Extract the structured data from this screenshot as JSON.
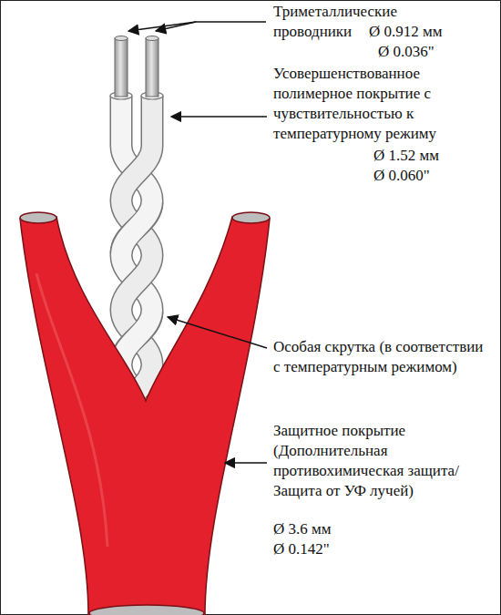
{
  "diagram": {
    "labels": [
      "Триметаллические проводники",
      "Ø 0.912 мм",
      "Ø 0.036\"",
      "Усовершенствованное полимерное покрытие с чувствительностью к температурному режиму",
      "Ø 1.52 мм",
      "Ø 0.060\"",
      "Особая скрутка (в соответствии с температурным режимом)",
      "Защитное покрытие (Дополнительная противохимическая защита/Защита от УФ лучей)",
      "Ø 3.6 мм",
      "Ø 0.142\""
    ]
  }
}
